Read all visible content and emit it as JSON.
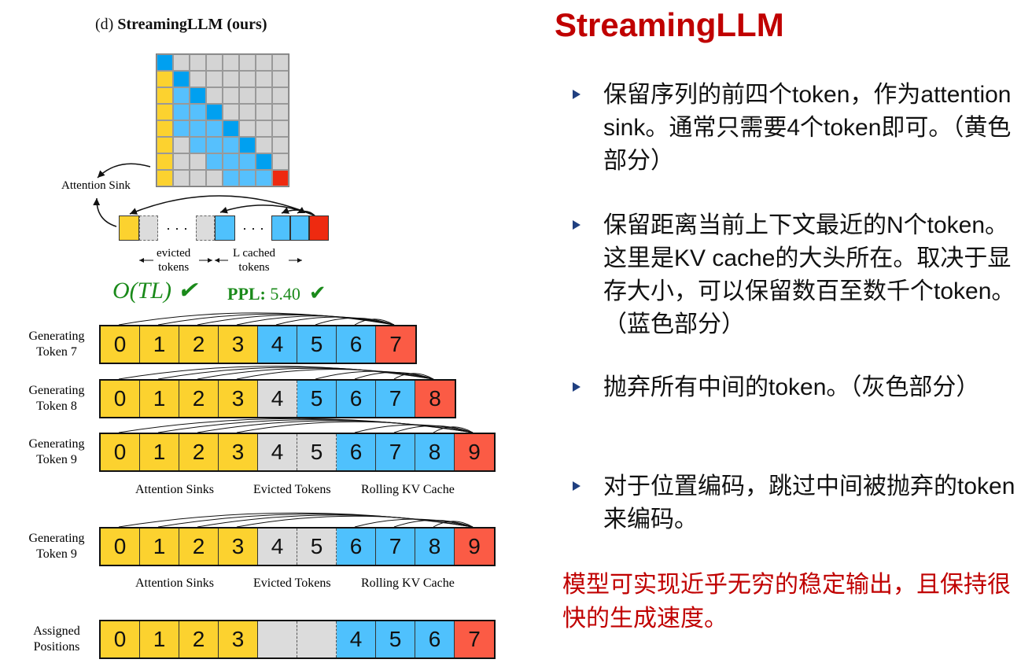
{
  "figure": {
    "caption_prefix": "(d)",
    "caption_title": "StreamingLLM (ours)",
    "matrix": [
      [
        "D",
        "G",
        "G",
        "G",
        "G",
        "G",
        "G",
        "G"
      ],
      [
        "Y",
        "D",
        "G",
        "G",
        "G",
        "G",
        "G",
        "G"
      ],
      [
        "Y",
        "B",
        "D",
        "G",
        "G",
        "G",
        "G",
        "G"
      ],
      [
        "Y",
        "B",
        "B",
        "D",
        "G",
        "G",
        "G",
        "G"
      ],
      [
        "Y",
        "B",
        "B",
        "B",
        "D",
        "G",
        "G",
        "G"
      ],
      [
        "Y",
        "G",
        "B",
        "B",
        "B",
        "D",
        "G",
        "G"
      ],
      [
        "Y",
        "G",
        "G",
        "B",
        "B",
        "B",
        "D",
        "G"
      ],
      [
        "Y",
        "G",
        "G",
        "G",
        "B",
        "B",
        "B",
        "R"
      ]
    ],
    "attention_sink_label": "Attention Sink",
    "ellipsis": "· · ·",
    "evicted_label_1": "evicted",
    "evicted_label_2": "tokens",
    "cached_label_1": "L cached",
    "cached_label_2": "tokens",
    "complexity": "O(TL) ✔",
    "ppl_label": "PPL:",
    "ppl_value": "5.40",
    "check": "✔",
    "colors": {
      "yellow": "#fcd22f",
      "blue": "#4fc1fd",
      "dark_blue": "#00a0f0",
      "red": "#fb5b45",
      "gray": "#dcdcdc"
    }
  },
  "rows": [
    {
      "label1": "Generating",
      "label2": "Token 7",
      "tokens": [
        [
          "0",
          "Y"
        ],
        [
          "1",
          "Y"
        ],
        [
          "2",
          "Y"
        ],
        [
          "3",
          "Y"
        ],
        [
          "4",
          "B"
        ],
        [
          "5",
          "B"
        ],
        [
          "6",
          "B"
        ],
        [
          "7",
          "R"
        ]
      ]
    },
    {
      "label1": "Generating",
      "label2": "Token 8",
      "tokens": [
        [
          "0",
          "Y"
        ],
        [
          "1",
          "Y"
        ],
        [
          "2",
          "Y"
        ],
        [
          "3",
          "Y"
        ],
        [
          "4",
          "G"
        ],
        [
          "5",
          "B"
        ],
        [
          "6",
          "B"
        ],
        [
          "7",
          "B"
        ],
        [
          "8",
          "R"
        ]
      ]
    },
    {
      "label1": "Generating",
      "label2": "Token 9",
      "tokens": [
        [
          "0",
          "Y"
        ],
        [
          "1",
          "Y"
        ],
        [
          "2",
          "Y"
        ],
        [
          "3",
          "Y"
        ],
        [
          "4",
          "G"
        ],
        [
          "5",
          "G"
        ],
        [
          "6",
          "B"
        ],
        [
          "7",
          "B"
        ],
        [
          "8",
          "B"
        ],
        [
          "9",
          "R"
        ]
      ]
    },
    {
      "label1": "Generating",
      "label2": "Token 9",
      "tokens": [
        [
          "0",
          "Y"
        ],
        [
          "1",
          "Y"
        ],
        [
          "2",
          "Y"
        ],
        [
          "3",
          "Y"
        ],
        [
          "4",
          "G"
        ],
        [
          "5",
          "G"
        ],
        [
          "6",
          "B"
        ],
        [
          "7",
          "B"
        ],
        [
          "8",
          "B"
        ],
        [
          "9",
          "R"
        ]
      ]
    },
    {
      "label1": "Assigned",
      "label2": "Positions",
      "tokens": [
        [
          "0",
          "Y"
        ],
        [
          "1",
          "Y"
        ],
        [
          "2",
          "Y"
        ],
        [
          "3",
          "Y"
        ],
        [
          "",
          "E"
        ],
        [
          "",
          "E"
        ],
        [
          "4",
          "B"
        ],
        [
          "5",
          "B"
        ],
        [
          "6",
          "B"
        ],
        [
          "7",
          "R"
        ]
      ]
    }
  ],
  "section_labels": {
    "sinks": "Attention Sinks",
    "evicted": "Evicted Tokens",
    "rolling": "Rolling KV Cache"
  },
  "slide": {
    "title": "StreamingLLM",
    "bullets": [
      "保留序列的前四个token，作为attention sink。通常只需要4个token即可。（黄色部分）",
      "保留距离当前上下文最近的N个token。这里是KV cache的大头所在。取决于显存大小，可以保留数百至数千个token。（蓝色部分）",
      "抛弃所有中间的token。（灰色部分）",
      "对于位置编码，跳过中间被抛弃的token来编码。"
    ],
    "conclusion": "模型可实现近乎无穷的稳定输出，且保持很快的生成速度。"
  }
}
